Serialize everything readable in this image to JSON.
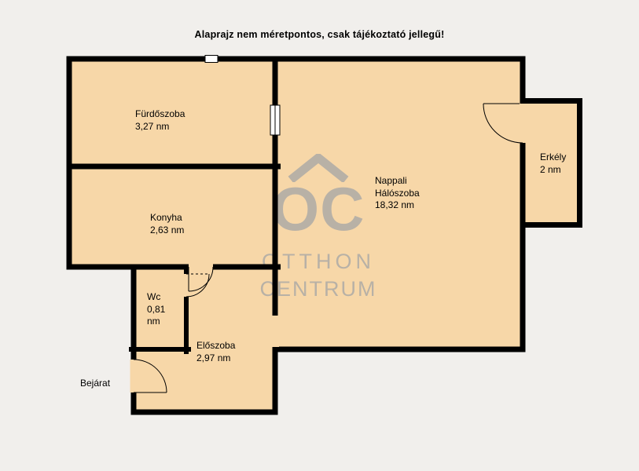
{
  "title": "Alaprajz nem méretpontos, csak tájékoztató jellegű!",
  "watermark": {
    "logo": "OC",
    "line1": "OTTHON",
    "line2": "CENTRUM"
  },
  "rooms": {
    "furdoszoba": {
      "name": "Fürdőszoba",
      "area": "3,27 nm"
    },
    "konyha": {
      "name": "Konyha",
      "area": "2,63 nm"
    },
    "wc": {
      "name": "Wc",
      "area": "0,81 nm"
    },
    "eloszoba": {
      "name": "Előszoba",
      "area": "2,97 nm"
    },
    "nappali_haloszoba": {
      "name": "Nappali",
      "name_line2": "Hálószoba",
      "area": "18,32 nm"
    },
    "erkely": {
      "name": "Erkély",
      "area": "2 nm"
    }
  },
  "labels": {
    "bejarat": "Bejárat"
  },
  "colors": {
    "background": "#f1efec",
    "room_fill": "#f7d7a8",
    "wall": "#000000",
    "text": "#000000",
    "watermark": "#b3aea6",
    "window_fill": "#ffffff"
  }
}
